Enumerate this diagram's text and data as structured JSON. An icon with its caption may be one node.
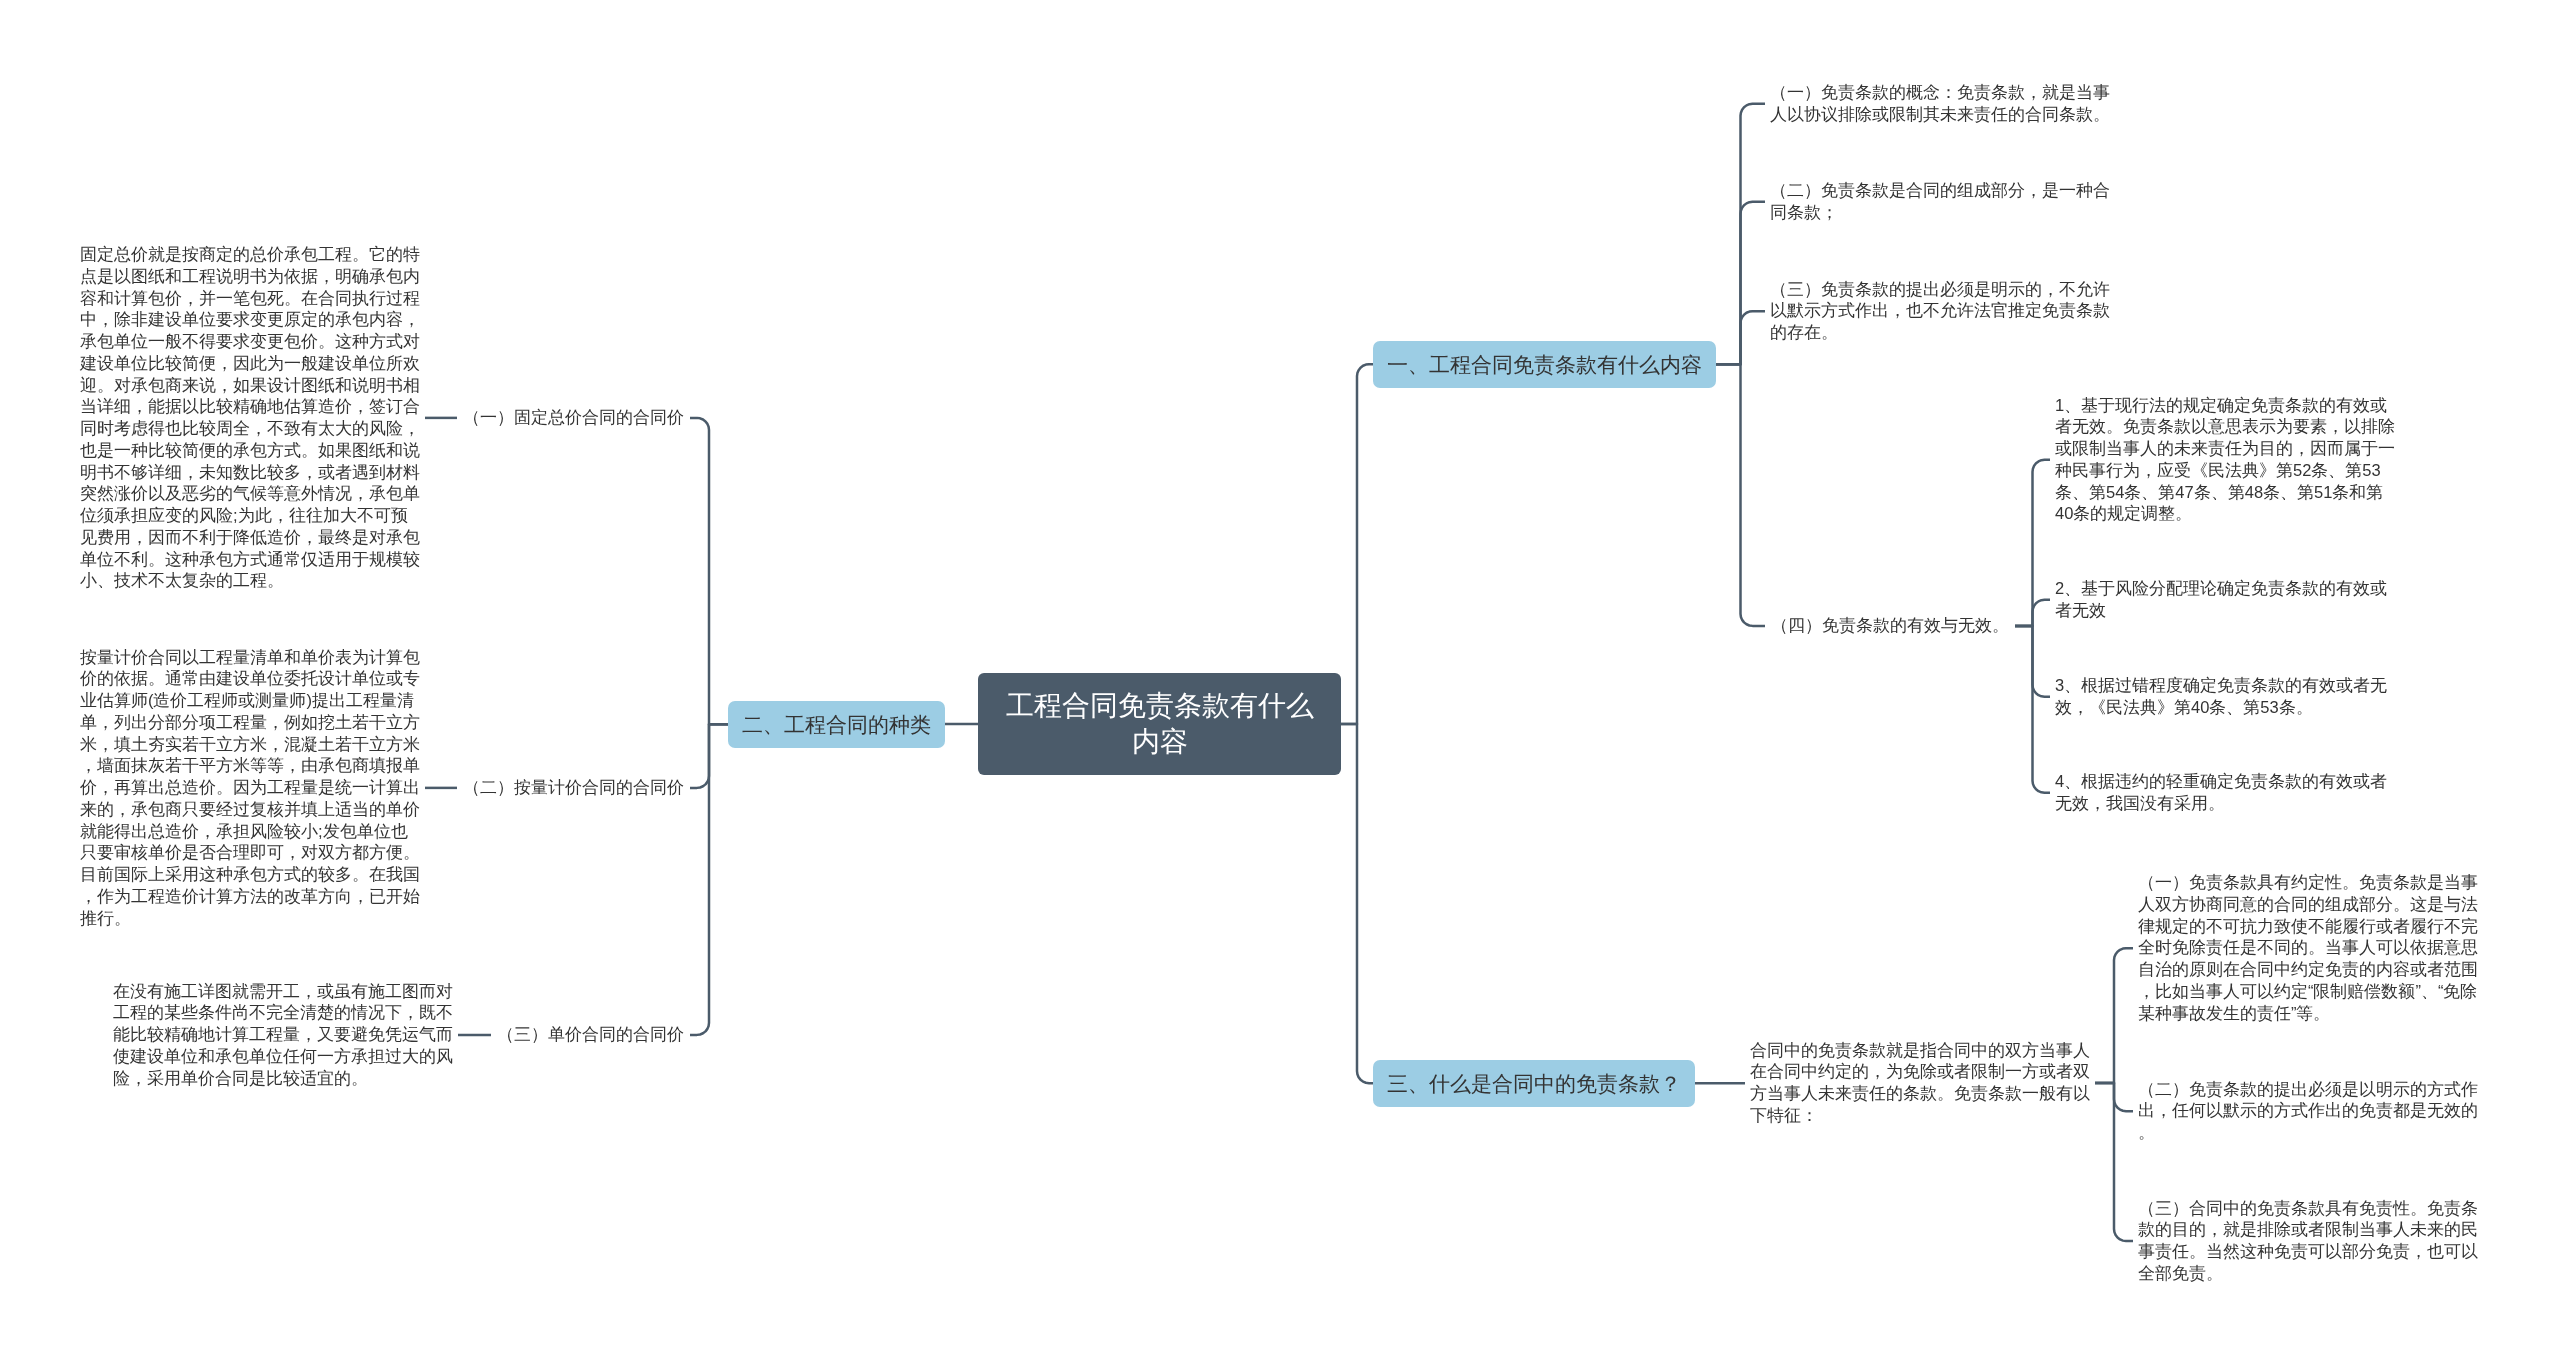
{
  "diagram": {
    "nodes": [
      {
        "text": [
          "工程合同免责条款有什么内容"
        ]
      },
      {
        "text": [
          "一、工程合同免责条款有什么内容"
        ]
      },
      {
        "text": [
          "（一）免责条款的概念：免责条款，就是当事人以协议排除或限制其未来责任的合同条款。"
        ]
      },
      {
        "text": [
          "（二）免责条款是合同的组成部分，是一种合同条款；"
        ]
      },
      {
        "text": [
          "（三）免责条款的提出必须是明示的，不允许以默示方式作出，也不允许法官推定免责条款的存在。"
        ]
      },
      {
        "text": [
          "（四）免责条款的有效与无效。"
        ]
      },
      {
        "text": [
          "1、基于现行法的规定确定免责条款的有效或者无效。免责条款以意思表示为要素，以排除或限制当事人的未来责任为目的，因而属于一种民事行为，应受《民法典》第52条、第53条、第54条、第47条、第48条、第51条和第40条的规定调整。"
        ]
      },
      {
        "text": [
          "2、基于风险分配理论确定免责条款的有效或者无效"
        ]
      },
      {
        "text": [
          "3、根据过错程度确定免责条款的有效或者无效，《民法典》第40条、第53条。"
        ]
      },
      {
        "text": [
          "4、根据违约的轻重确定免责条款的有效或者无效，我国没有采用。"
        ]
      },
      {
        "text": [
          "二、工程合同的种类"
        ]
      },
      {
        "text": [
          "（一）固定总价合同的合同价"
        ]
      },
      {
        "text": [
          "固定总价就是按商定的总价承包工程。它的特点是以图纸和工程说明书为依据，明确承包内容和计算包价，并一笔包死。在合同执行过程中，除非建设单位要求变更原定的承包内容，承包单位一般不得要求变更包价。这种方式对建设单位比较简便，因此为一般建设单位所欢迎。对承包商来说，如果设计图纸和说明书相当详细，能据以比较精确地估算造价，签订合同时考虑得也比较周全，不致有太大的风险，也是一种比较简便的承包方式。如果图纸和说明书不够详细，未知数比较多，或者遇到材料突然涨价以及恶劣的气候等意外情况，承包单位须承担应变的风险;为此，往往加大不可预见费用，因而不利于降低造价，最终是对承包单位不利。这种承包方式通常仅适用于规模较小、技术不太复杂的工程。"
        ]
      },
      {
        "text": [
          "（二）按量计价合同的合同价"
        ]
      },
      {
        "text": [
          "按量计价合同以工程量清单和单价表为计算包价的依据。通常由建设单位委托设计单位或专业估算师(造价工程师或测量师)提出工程量清单，列出分部分项工程量，例如挖土若干立方米，填土夯实若干立方米，混凝土若干立方米，墙面抹灰若干平方米等等，由承包商填报单价，再算出总造价。因为工程量是统一计算出来的，承包商只要经过复核并填上适当的单价就能得出总造价，承担风险较小;发包单位也只要审核单价是否合理即可，对双方都方便。目前国际上采用这种承包方式的较多。在我国，作为工程造价计算方法的改革方向，已开始推行。"
        ]
      },
      {
        "text": [
          "（三）单价合同的合同价"
        ]
      },
      {
        "text": [
          "在没有施工详图就需开工，或虽有施工图而对工程的某些条件尚不完全清楚的情况下，既不能比较精确地计算工程量，又要避免凭运气而使建设单位和承包单位任何一方承担过大的风险，采用单价合同是比较适宜的。"
        ]
      },
      {
        "text": [
          "三、什么是合同中的免责条款？"
        ]
      },
      {
        "text": [
          "合同中的免责条款就是指合同中的双方当事人在合同中约定的，为免除或者限制一方或者双方当事人未来责任的条款。免责条款一般有以下特征："
        ]
      },
      {
        "text": [
          "（一）免责条款具有约定性。免责条款是当事人双方协商同意的合同的组成部分。这是与法律规定的不可抗力致使不能履行或者履行不完全时免除责任是不同的。当事人可以依据意思自治的原则在合同中约定免责的内容或者范围，比如当事人可以约定“限制赔偿数额”、“免除某种事故发生的责任”等。"
        ]
      },
      {
        "text": [
          "（二）免责条款的提出必须是以明示的方式作出，任何以默示的方式作出的免责都是无效的。"
        ]
      },
      {
        "text": [
          "（三）合同中的免责条款具有免责性。免责条款的目的，就是排除或者限制当事人未来的民事责任。当然这种免责可以部分免责，也可以全部免责。"
        ]
      }
    ],
    "edges": [
      {
        "from": 0,
        "to": 1,
        "arrow": "none"
      },
      {
        "from": 1,
        "to": 2,
        "arrow": "none"
      },
      {
        "from": 1,
        "to": 3,
        "arrow": "none"
      },
      {
        "from": 1,
        "to": 4,
        "arrow": "none"
      },
      {
        "from": 1,
        "to": 5,
        "arrow": "none"
      },
      {
        "from": 5,
        "to": 6,
        "arrow": "none"
      },
      {
        "from": 5,
        "to": 7,
        "arrow": "none"
      },
      {
        "from": 5,
        "to": 8,
        "arrow": "none"
      },
      {
        "from": 5,
        "to": 9,
        "arrow": "none"
      },
      {
        "from": 0,
        "to": 10,
        "arrow": "none"
      },
      {
        "from": 10,
        "to": 11,
        "arrow": "none"
      },
      {
        "from": 11,
        "to": 12,
        "arrow": "none"
      },
      {
        "from": 10,
        "to": 13,
        "arrow": "none"
      },
      {
        "from": 13,
        "to": 14,
        "arrow": "none"
      },
      {
        "from": 10,
        "to": 15,
        "arrow": "none"
      },
      {
        "from": 15,
        "to": 16,
        "arrow": "none"
      },
      {
        "from": 0,
        "to": 17,
        "arrow": "none"
      },
      {
        "from": 17,
        "to": 18,
        "arrow": "none"
      },
      {
        "from": 18,
        "to": 19,
        "arrow": "none"
      },
      {
        "from": 18,
        "to": 20,
        "arrow": "none"
      },
      {
        "from": 18,
        "to": 21,
        "arrow": "none"
      }
    ]
  }
}
